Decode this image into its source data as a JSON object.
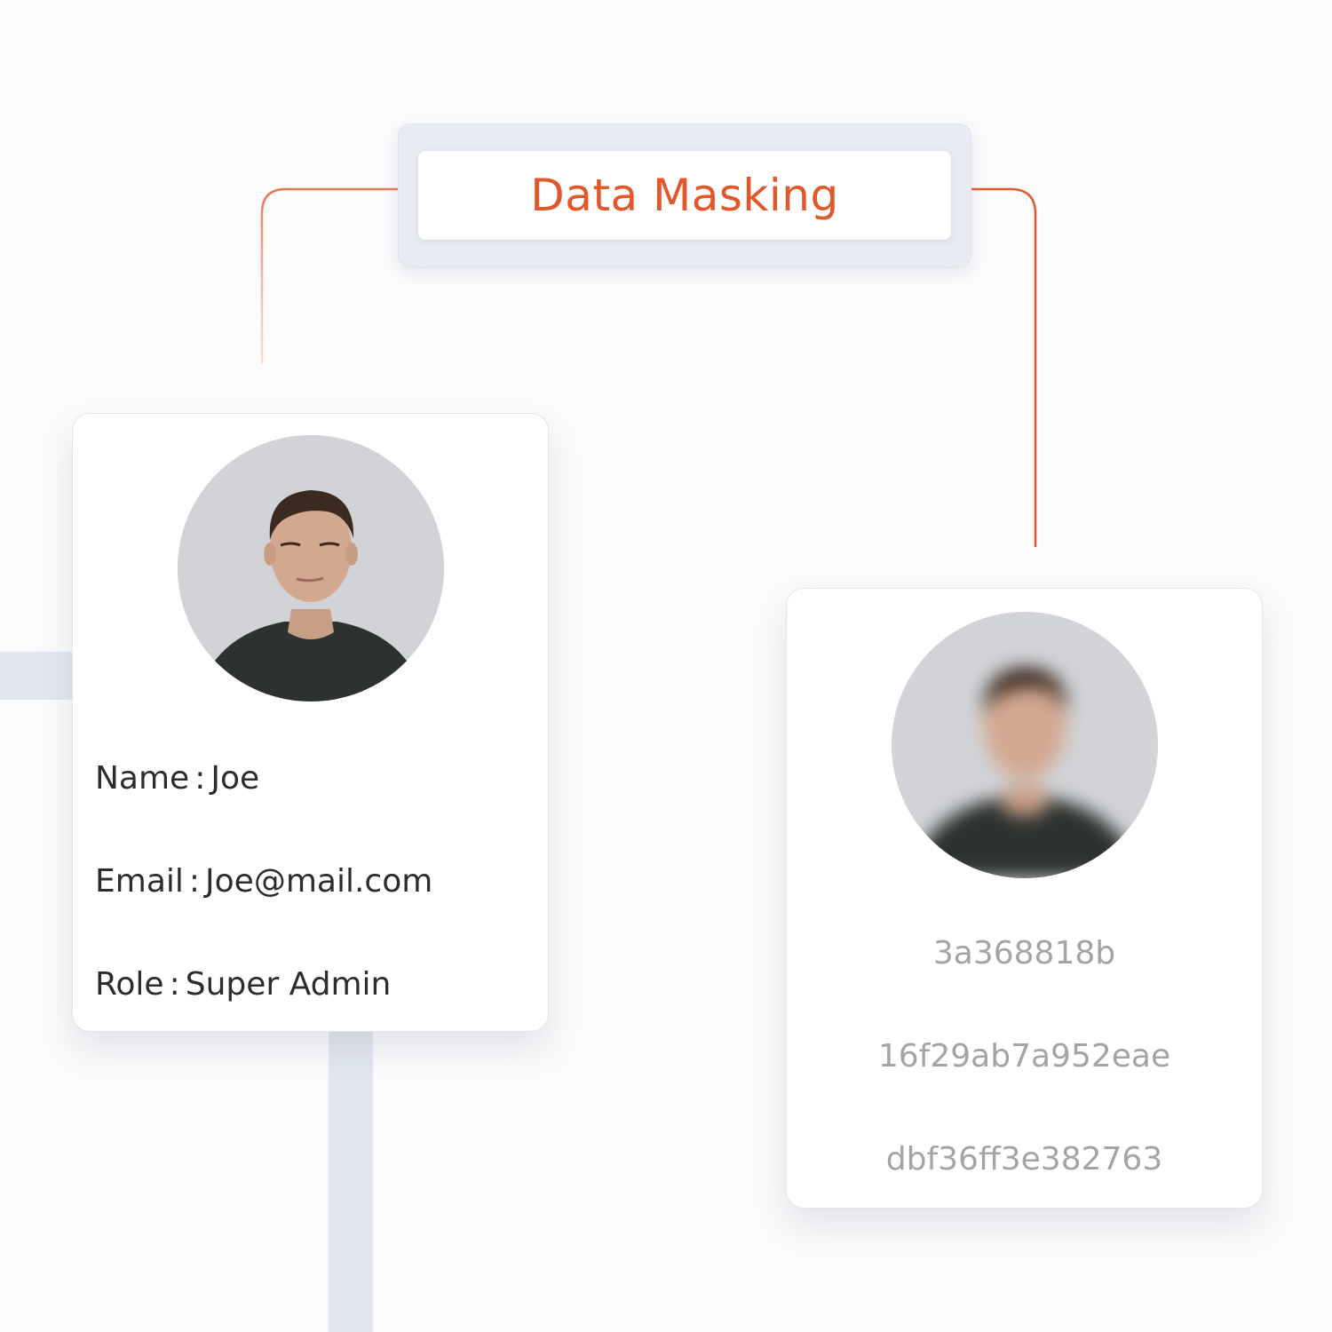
{
  "title": "Data Masking",
  "original_card": {
    "fields": [
      {
        "label": "Name",
        "separator": ":",
        "value": "Joe"
      },
      {
        "label": "Email",
        "separator": ":",
        "value": "Joe@mail.com"
      },
      {
        "label": "Role",
        "separator": ":",
        "value": "Super Admin"
      }
    ]
  },
  "masked_card": {
    "values": [
      "3a368818b",
      "16f29ab7a952eae",
      "dbf36ff3e382763"
    ]
  },
  "colors": {
    "accent": "#e2582a",
    "text_dark": "#2c2c2e",
    "text_masked": "#a3a4a8",
    "connector_bar": "#e1e7ef"
  }
}
